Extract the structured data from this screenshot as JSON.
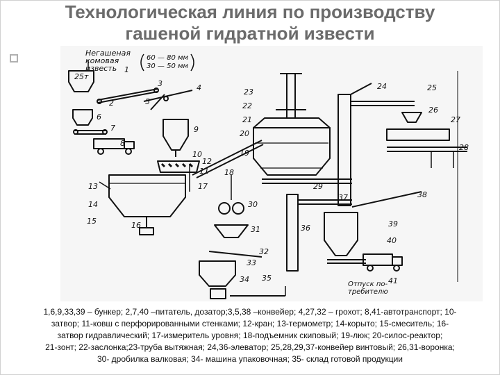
{
  "title_line1": "Технологическая линия по производству",
  "title_line2": "гашеной гидратной извести",
  "diagram": {
    "input_label_lines": [
      "Негашеная",
      "комовая",
      "известь"
    ],
    "fraction_1": "60 — 80 мм",
    "fraction_2": "30 — 50 мм",
    "bunker_mass": "25т",
    "consumer_label_lines": [
      "Отпуск по-",
      "требителю"
    ],
    "numbers": [
      "1",
      "2",
      "3",
      "4",
      "5",
      "6",
      "7",
      "8",
      "9",
      "10",
      "11",
      "12",
      "13",
      "14",
      "15",
      "16",
      "17",
      "18",
      "19",
      "20",
      "21",
      "22",
      "23",
      "24",
      "25",
      "26",
      "27",
      "28",
      "29",
      "30",
      "31",
      "32",
      "33",
      "34",
      "35",
      "36",
      "37",
      "38",
      "39",
      "40",
      "41"
    ]
  },
  "caption": {
    "line1": "1,6,9,33,39 – бункер; 2,7,40 –питатель, дозатор;3,5,38 –конвейер; 4,27,32 – грохот; 8,41-автотранспорт; 10-",
    "line2": "затвор; 11-ковш с перфорированными стенками; 12-кран; 13-термометр; 14-корыто; 15-смеситель; 16-",
    "line3": "затвор гидравлический; 17-измеритель уровня; 18-подъемник скиповый; 19-люк; 20-силос-реактор;",
    "line4": "21-зонт; 22-заслонка;23-труба вытяжная; 24,36-элеватор; 25,28,29,37-конвейер винтовый; 26,31-воронка;",
    "line5": "30- дробилка валковая; 34- машина упаковочная; 35- склад готовой продукции"
  }
}
